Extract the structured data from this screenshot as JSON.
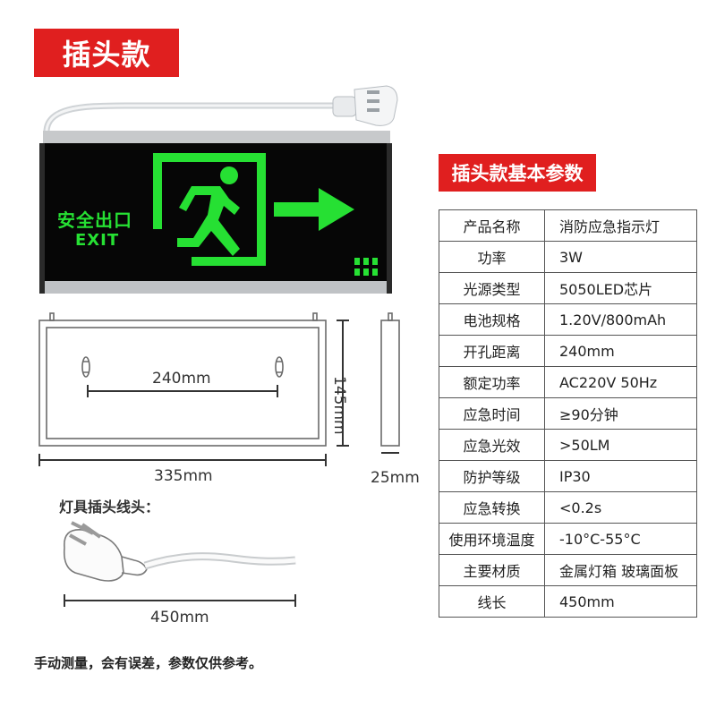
{
  "title": "插头款",
  "spec_title": "插头款基本参数",
  "sign": {
    "label_cn": "安全出口",
    "label_en": "EXIT",
    "sign_color": "#26e033",
    "panel_color": "#050505"
  },
  "dimensions": {
    "hole_distance": "240mm",
    "height": "145mm",
    "width": "335mm",
    "depth": "25mm",
    "cable_length": "450mm"
  },
  "plug_heading": "灯具插头线头：",
  "specs": [
    {
      "key": "产品名称",
      "value": "消防应急指示灯"
    },
    {
      "key": "功率",
      "value": "3W"
    },
    {
      "key": "光源类型",
      "value": "5050LED芯片"
    },
    {
      "key": "电池规格",
      "value": "1.20V/800mAh"
    },
    {
      "key": "开孔距离",
      "value": "240mm"
    },
    {
      "key": "额定功率",
      "value": "AC220V 50Hz"
    },
    {
      "key": "应急时间",
      "value": "≥90分钟"
    },
    {
      "key": "应急光效",
      "value": ">50LM"
    },
    {
      "key": "防护等级",
      "value": "IP30"
    },
    {
      "key": "应急转换",
      "value": "<0.2s"
    },
    {
      "key": "使用环境温度",
      "value": "-10°C-55°C"
    },
    {
      "key": "主要材质",
      "value": "金属灯箱 玻璃面板"
    },
    {
      "key": "线长",
      "value": "450mm"
    }
  ],
  "note": "手动测量，会有误差，参数仅供参考。",
  "accent_red": "#e01f1f"
}
